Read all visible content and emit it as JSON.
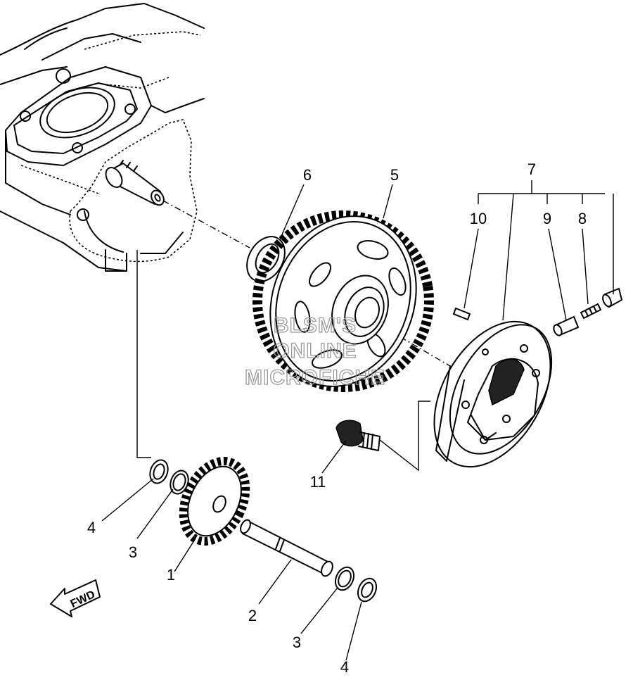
{
  "callouts": {
    "p1": "1",
    "p2": "2",
    "p3a": "3",
    "p3b": "3",
    "p4a": "4",
    "p4b": "4",
    "p5": "5",
    "p6": "6",
    "p7": "7",
    "p8": "8",
    "p9": "9",
    "p10": "10",
    "p11": "11"
  },
  "direction_label": "FWD",
  "watermark": [
    "BLSM'S",
    "ONLINE",
    "MICROFICHE"
  ]
}
